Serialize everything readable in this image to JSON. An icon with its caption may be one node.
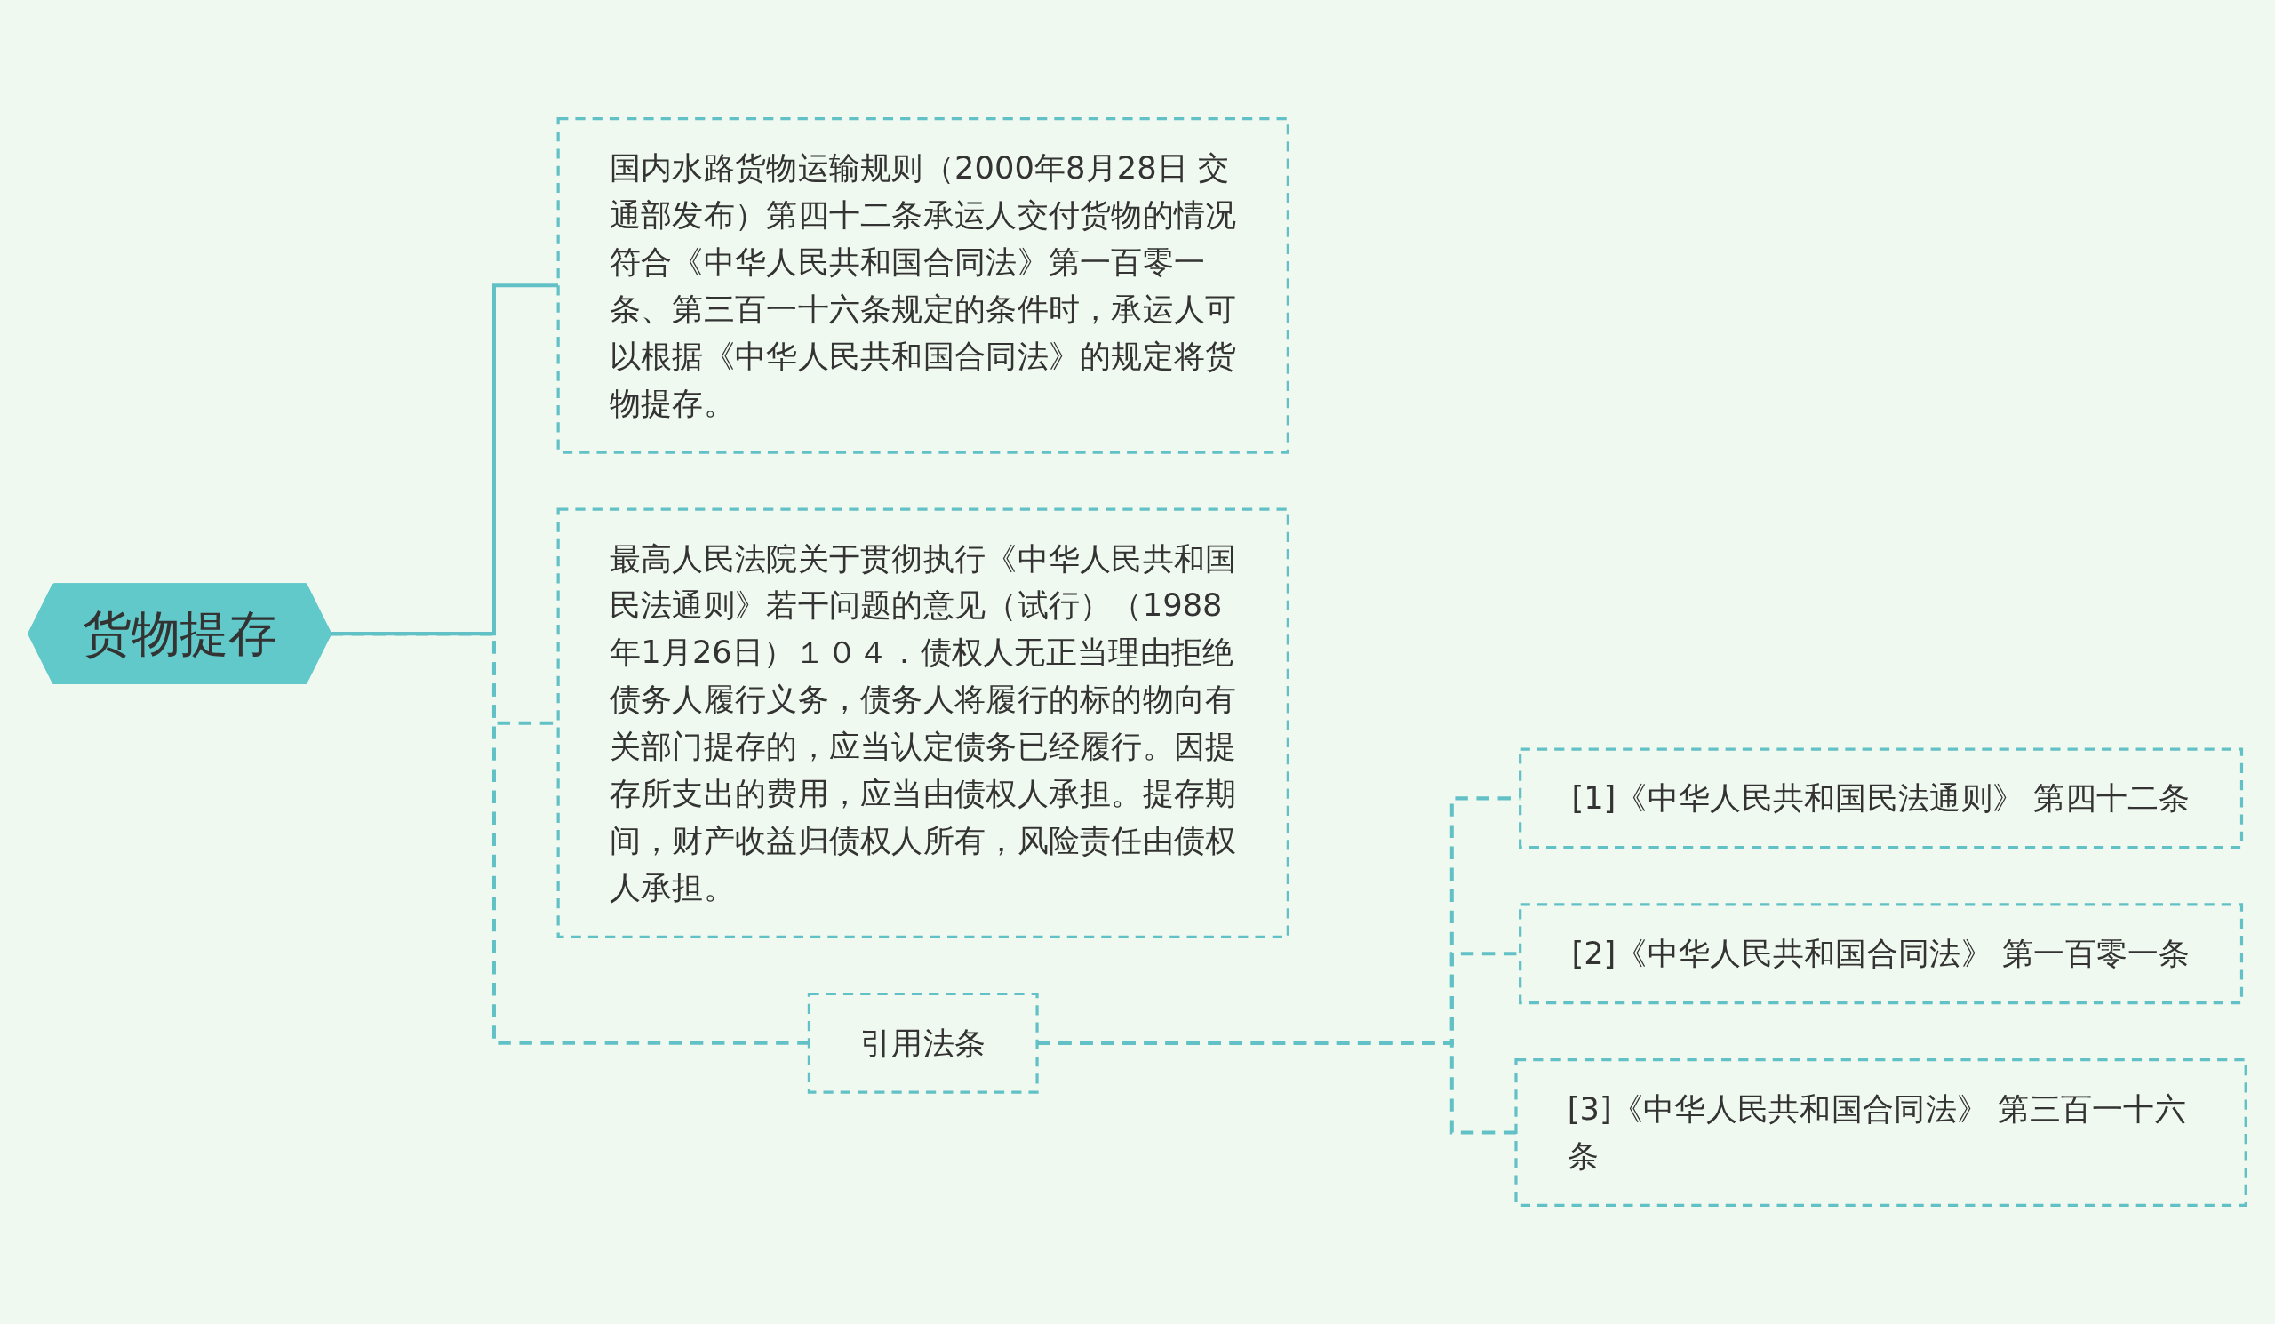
{
  "diagram": {
    "nodes": [
      {
        "text": [
          "货物提存"
        ]
      },
      {
        "text": [
          "国内水路货物运输规则（2000年8月28日 交通部发布）第四十二条承运人交付货物的情况符合《中华人民共和国合同法》第一百零一条、第三百一十六条规定的条件时，承运人可以根据《中华人民共和国合同法》的规定将货物提存。"
        ]
      },
      {
        "text": [
          "最高人民法院关于贯彻执行《中华人民共和国民法通则》若干问题的意见（试行）（1988年1月26日）１０４．债权人无正当理由拒绝债务人履行义务，债务人将履行的标的物向有关部门提存的，应当认定债务已经履行。因提存所支出的费用，应当由债权人承担。提存期间，财产收益归债权人所有，风险责任由债权人承担。"
        ]
      },
      {
        "text": [
          "引用法条"
        ]
      },
      {
        "text": [
          "[1]《中华人民共和国民法通则》 第四十二条"
        ]
      },
      {
        "text": [
          "[2]《中华人民共和国合同法》 第一百零一条"
        ]
      },
      {
        "text": [
          "[3]《中华人民共和国合同法》 第三百一十六条"
        ]
      }
    ],
    "edges": [
      {
        "from": 0,
        "to": 1,
        "arrow": "none"
      },
      {
        "from": 0,
        "to": 2,
        "arrow": "none",
        "style": "dashed"
      },
      {
        "from": 0,
        "to": 3,
        "arrow": "none",
        "style": "dashed"
      },
      {
        "from": 3,
        "to": 4,
        "arrow": "none",
        "style": "dashed"
      },
      {
        "from": 3,
        "to": 5,
        "arrow": "none",
        "style": "dashed"
      },
      {
        "from": 3,
        "to": 6,
        "arrow": "none",
        "style": "dashed"
      }
    ]
  }
}
